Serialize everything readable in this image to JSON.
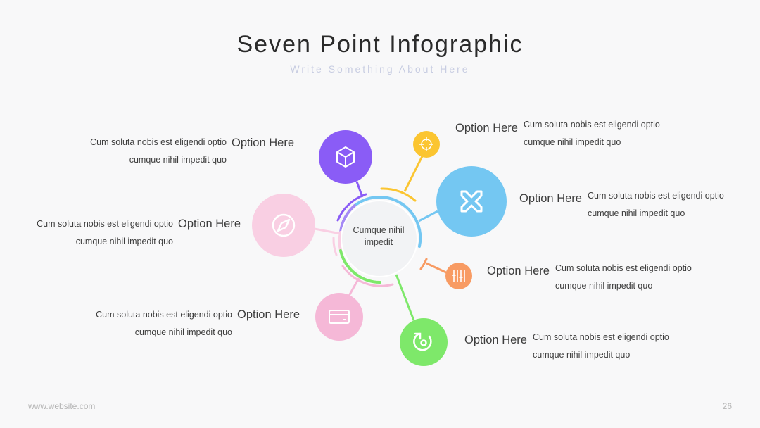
{
  "header": {
    "title": "Seven Point Infographic",
    "subtitle": "Write Something About Here"
  },
  "center": {
    "label": "Cumque nihil impedit"
  },
  "options": [
    {
      "id": "purple",
      "title": "Option Here",
      "desc": "Cum soluta nobis est eligendi optio cumque nihil impedit quo",
      "color": "#8a5cf6",
      "icon": "cube-icon"
    },
    {
      "id": "yellow",
      "title": "Option Here",
      "desc": "Cum soluta nobis est eligendi optio cumque nihil impedit quo",
      "color": "#fbc531",
      "icon": "target-icon"
    },
    {
      "id": "blue",
      "title": "Option Here",
      "desc": "Cum soluta nobis est eligendi optio cumque nihil impedit quo",
      "color": "#74c7f2",
      "icon": "close-x-icon"
    },
    {
      "id": "pink-light",
      "title": "Option Here",
      "desc": "Cum soluta nobis est eligendi optio cumque nihil impedit quo",
      "color": "#f9cfe3",
      "icon": "compass-icon"
    },
    {
      "id": "orange",
      "title": "Option Here",
      "desc": "Cum soluta nobis est eligendi optio cumque nihil impedit quo",
      "color": "#f89b63",
      "icon": "sliders-icon"
    },
    {
      "id": "pink",
      "title": "Option Here",
      "desc": "Cum soluta nobis est eligendi optio cumque nihil impedit quo",
      "color": "#f5b8d7",
      "icon": "credit-card-icon"
    },
    {
      "id": "green",
      "title": "Option Here",
      "desc": "Cum soluta nobis est eligendi optio cumque nihil impedit quo",
      "color": "#7ee86a",
      "icon": "refresh-icon"
    }
  ],
  "footer": {
    "website": "www.website.com",
    "page": "26"
  }
}
